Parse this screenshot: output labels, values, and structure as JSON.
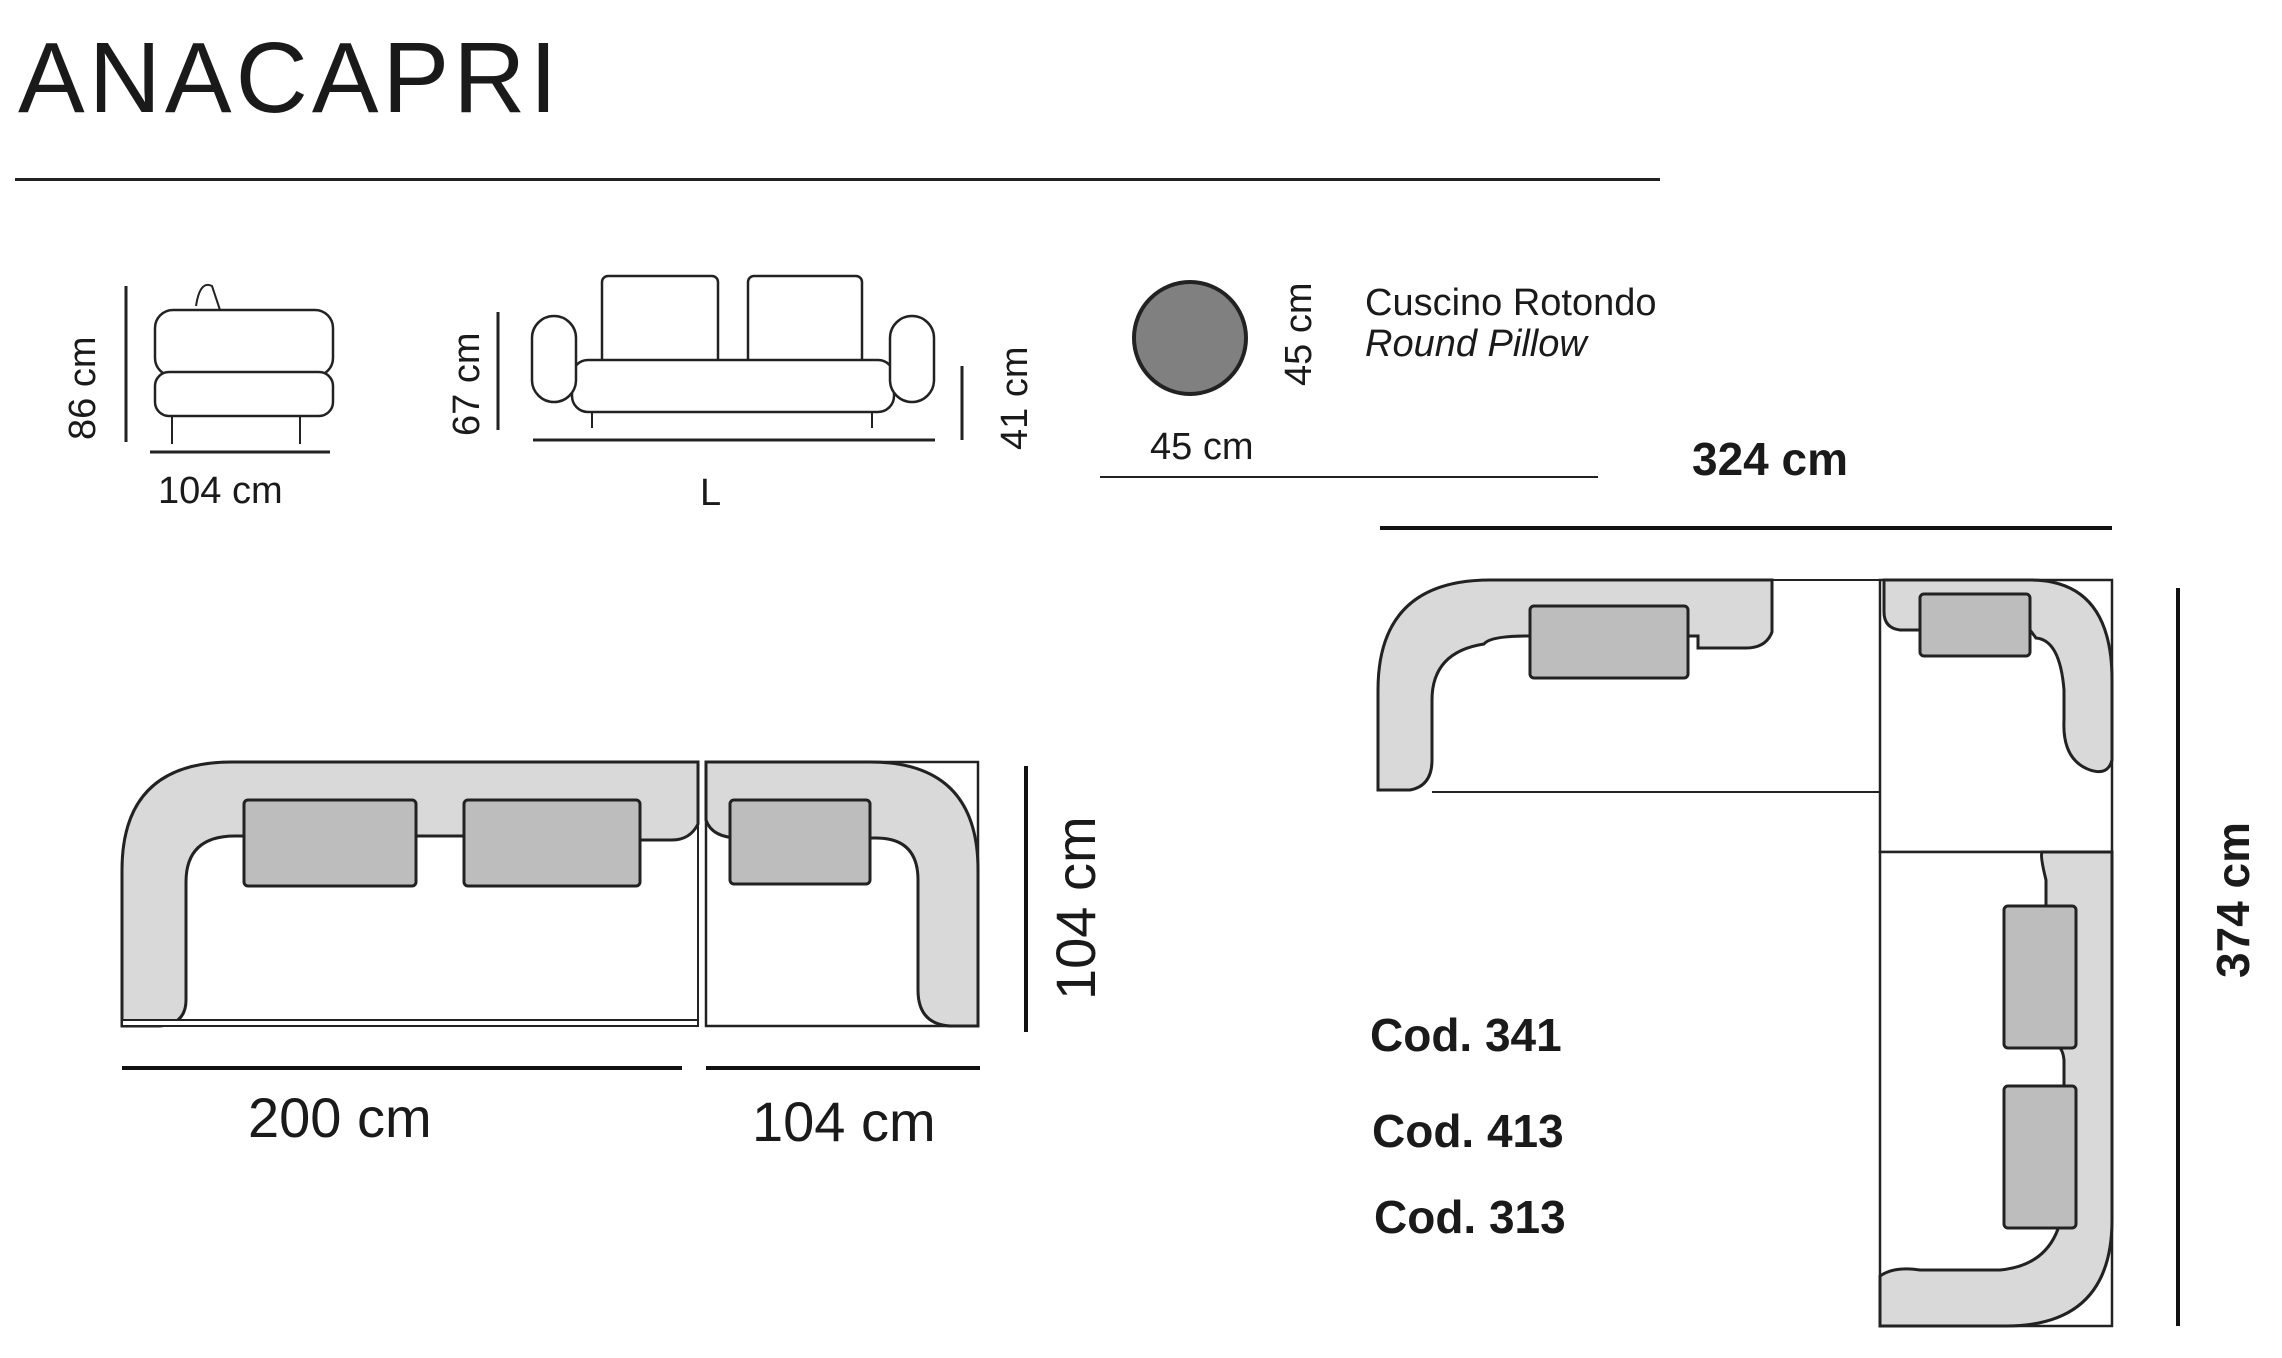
{
  "title": "ANACAPRI",
  "elevations": {
    "side_height": "86 cm",
    "side_depth": "104 cm",
    "front_height": "67 cm",
    "front_length": "L",
    "seat_height": "41 cm"
  },
  "pillow": {
    "height": "45 cm",
    "width": "45 cm",
    "name_it": "Cuscino Rotondo",
    "name_en": "Round Pillow"
  },
  "plan_left": {
    "depth": "104 cm",
    "sofa_width": "200 cm",
    "corner_width": "104 cm"
  },
  "plan_right": {
    "width": "324 cm",
    "height": "374 cm",
    "codes": [
      "Cod. 341",
      "Cod. 413",
      "Cod. 313"
    ]
  },
  "colors": {
    "upholstery": "#d9d9d9",
    "cushion": "#bdbdbd",
    "pillow": "#808080",
    "line": "#222222"
  }
}
